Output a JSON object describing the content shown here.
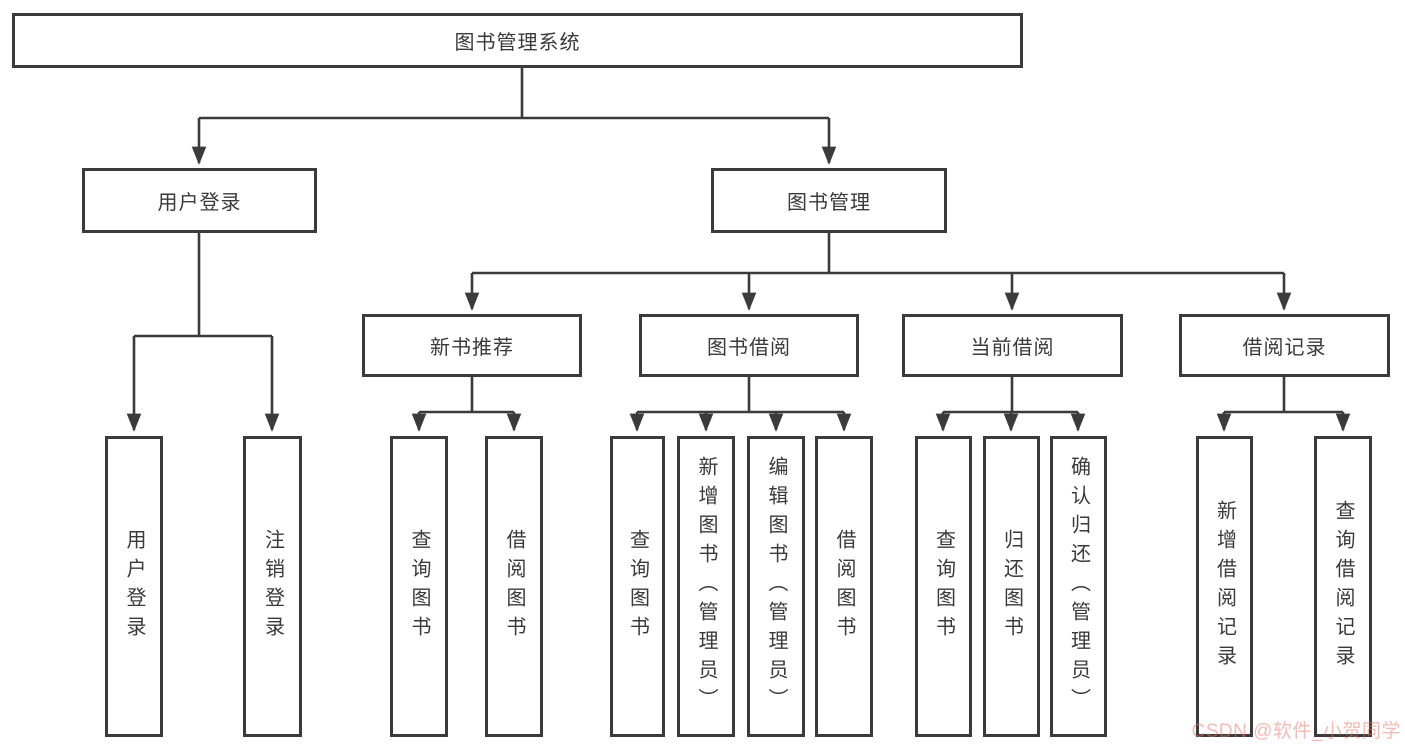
{
  "diagram": {
    "nodes": {
      "root": "图书管理系统",
      "user_login": "用户登录",
      "book_management": "图书管理",
      "new_book_recommend": "新书推荐",
      "book_borrowing": "图书借阅",
      "current_borrowing": "当前借阅",
      "borrowing_records": "借阅记录",
      "user_login_leaf": "用户登录",
      "logout_leaf": "注销登录",
      "query_books_recommend": "查询图书",
      "borrow_books_recommend": "借阅图书",
      "query_books_borrowing": "查询图书",
      "add_books_admin": "新增图书（管理员）",
      "edit_books_admin": "编辑图书（管理员）",
      "borrow_books_borrowing": "借阅图书",
      "query_books_current": "查询图书",
      "return_books": "归还图书",
      "confirm_return_admin": "确认归还（管理员）",
      "add_borrow_record": "新增借阅记录",
      "query_borrow_record": "查询借阅记录"
    },
    "colors": {
      "line": "#3b3b3b",
      "box_border": "#3b3b3b",
      "text": "#3a3a3a",
      "background": "#ffffff",
      "watermark": "#e9786e"
    }
  },
  "watermark": {
    "text": "CSDN @软件_小贺同学"
  }
}
